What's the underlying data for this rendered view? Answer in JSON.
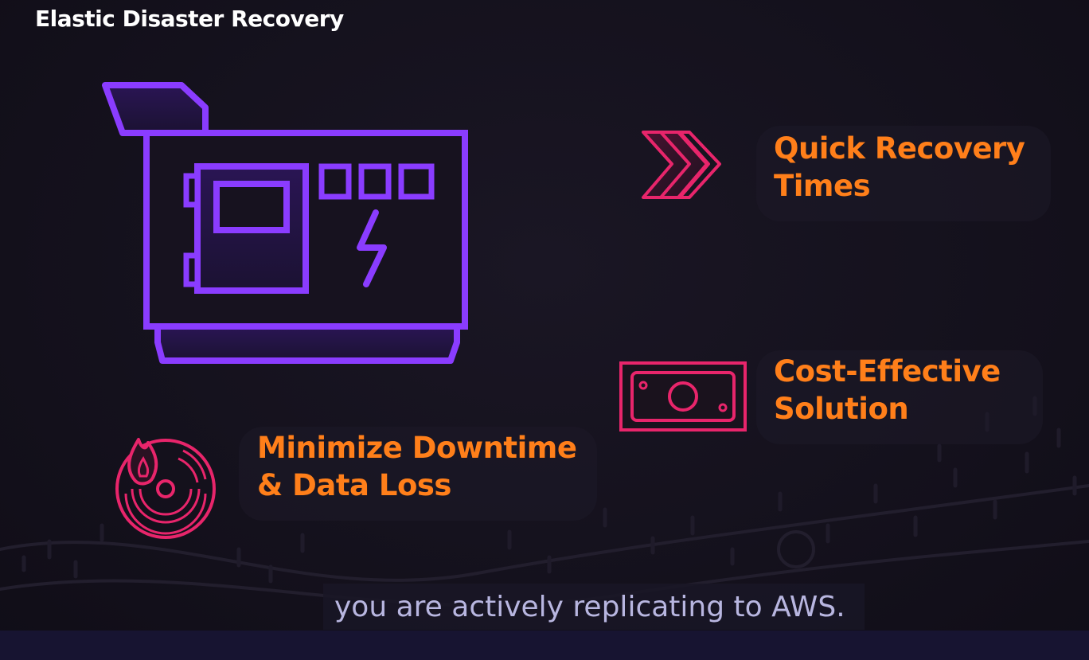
{
  "slide": {
    "title": "Elastic Disaster Recovery"
  },
  "features": {
    "quick_recovery": {
      "line1": "Quick Recovery",
      "line2": "Times",
      "icon": "fast-forward-chevrons-icon"
    },
    "cost_effective": {
      "line1": "Cost-Effective",
      "line2": "Solution",
      "icon": "banknote-icon"
    },
    "minimize_downtime": {
      "line1": "Minimize Downtime",
      "line2": "& Data Loss",
      "icon": "burning-disk-icon"
    }
  },
  "hero": {
    "icon": "generator-icon"
  },
  "caption": {
    "text": "you are actively replicating to AWS."
  },
  "colors": {
    "background": "#14111d",
    "title": "#ffffff",
    "accent_orange": "#ff7f1a",
    "accent_pink": "#e8256b",
    "accent_purple": "#8a3cff",
    "caption_text": "#b8b6e0",
    "caption_bar": "#171431"
  }
}
